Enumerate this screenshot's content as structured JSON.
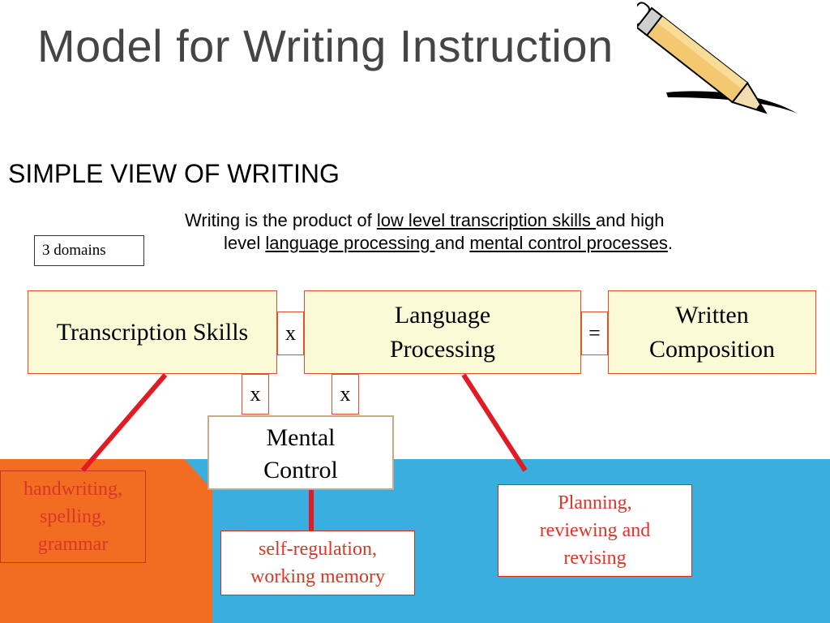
{
  "title": "Model for Writing Instruction",
  "subtitle": "SIMPLE VIEW OF WRITING",
  "description": {
    "part1": "Writing is the product of ",
    "link1": "low level transcription skills ",
    "part2": " and high",
    "part3": "level ",
    "link2": "language processing ",
    "part4": "and ",
    "link3": "mental control processes",
    "part5": "."
  },
  "domains_label": "3 domains",
  "boxes": {
    "transcription": "Transcription Skills",
    "language": "Language Processing",
    "written": "Written Composition",
    "mental": "Mental Control"
  },
  "operators": {
    "times": "x",
    "equals": "="
  },
  "outcomes": {
    "handwriting": "handwriting, spelling, grammar",
    "self_regulation": "self-regulation, working memory",
    "planning": "Planning, reviewing and revising"
  },
  "colors": {
    "title": "#454545",
    "box_fill": "#fbfad6",
    "box_border": "#e0502a",
    "connector": "#e01b24",
    "outcome_text": "#d8372a",
    "band_blue": "#3aaedf",
    "band_orange": "#f26c21"
  },
  "icons": [
    "pencil-icon"
  ]
}
